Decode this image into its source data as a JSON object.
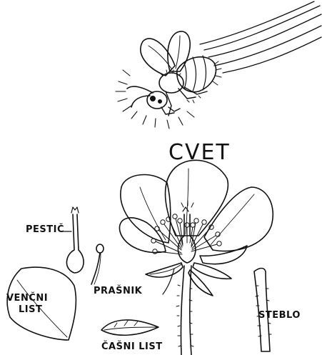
{
  "diagram": {
    "title": "CVET",
    "labels": {
      "pestic": "PESTIČ",
      "prasnik": "PRAŠNIK",
      "vencni_list_line1": "VENČNI",
      "vencni_list_line2": "LIST",
      "casni_list": "ČAŠNI LIST",
      "steblo": "STEBLO"
    },
    "colors": {
      "ink": "#111111",
      "paper": "#ffffff"
    }
  }
}
